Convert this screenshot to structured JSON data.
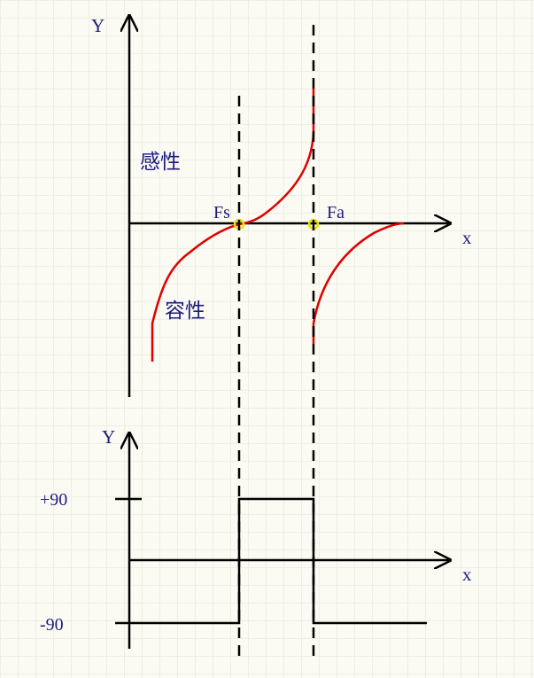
{
  "top": {
    "y_axis_label": "Y",
    "x_axis_label": "x",
    "inductive_label": "感性",
    "capacitive_label": "容性",
    "fs_label": "Fs",
    "fa_label": "Fa"
  },
  "bottom": {
    "y_axis_label": "Y",
    "x_axis_label": "x",
    "plus_label": "+90",
    "minus_label": "-90"
  },
  "colors": {
    "axis": "#000000",
    "curve": "#e00000",
    "label": "#1c1c80",
    "marker": "#e6e600"
  }
}
